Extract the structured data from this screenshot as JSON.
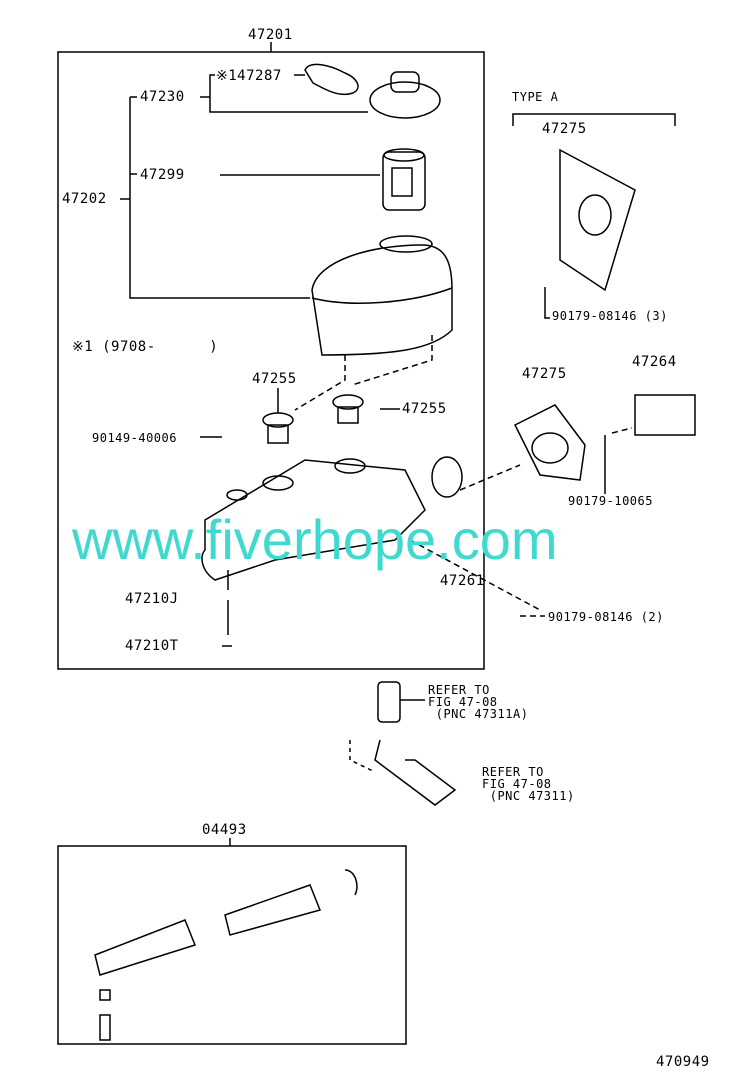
{
  "labels": {
    "p47201": "47201",
    "p47287": "※147287",
    "p47230": "47230",
    "p47202": "47202",
    "p47299": "47299",
    "note1": "※1 (9708-      )",
    "p47255a": "47255",
    "p47255b": "47255",
    "p90149": "90149-40006",
    "p47261": "47261",
    "p47210J": "47210J",
    "p47210T": "47210T",
    "typeA": "TYPE A",
    "p47275a": "47275",
    "p90179a": "90179-08146 (3)",
    "p47275b": "47275",
    "p47264": "47264",
    "p90179b": "90179-10065",
    "p90179c": "90179-08146 (2)",
    "ref1": "REFER TO\nFIG 47-08\n (PNC 47311A)",
    "ref2": "REFER TO\nFIG 47-08\n (PNC 47311)",
    "p04493": "04493",
    "fig": "470949"
  },
  "watermark": "www.fiverhope.com",
  "colors": {
    "watermark": "#3fd9d0"
  }
}
